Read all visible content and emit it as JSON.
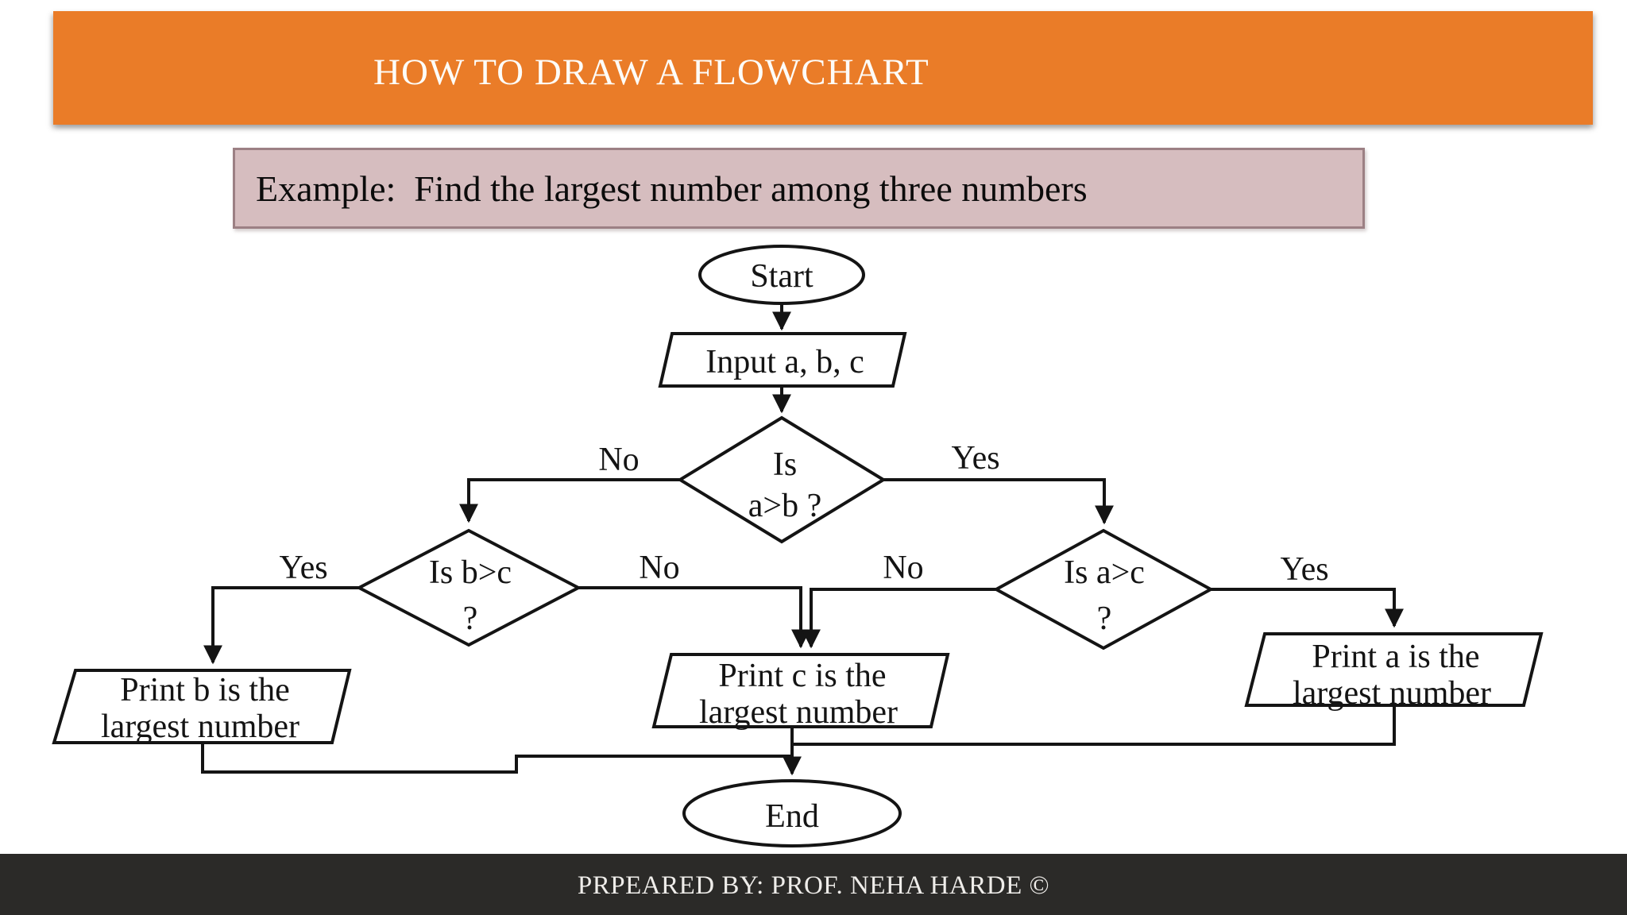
{
  "header": {
    "title": "HOW TO DRAW A FLOWCHART"
  },
  "example": {
    "text": "Example:  Find the largest number among three numbers"
  },
  "flowchart": {
    "nodes": {
      "start": {
        "type": "terminator",
        "label": "Start"
      },
      "input": {
        "type": "input-output",
        "label": "Input a, b, c"
      },
      "is_a_gt_b": {
        "type": "decision",
        "line1": "Is",
        "line2": "a>b ?"
      },
      "is_b_gt_c": {
        "type": "decision",
        "line1": "Is b>c",
        "line2": "?"
      },
      "is_a_gt_c": {
        "type": "decision",
        "line1": "Is a>c",
        "line2": "?"
      },
      "print_b": {
        "type": "input-output",
        "line1": "Print b is the",
        "line2": "largest number"
      },
      "print_c": {
        "type": "input-output",
        "line1": "Print c is the",
        "line2": "largest number"
      },
      "print_a": {
        "type": "input-output",
        "line1": "Print a is the",
        "line2": "largest number"
      },
      "end": {
        "type": "terminator",
        "label": "End"
      }
    },
    "branch_labels": {
      "a_gt_b_no": "No",
      "a_gt_b_yes": "Yes",
      "b_gt_c_yes": "Yes",
      "b_gt_c_no": "No",
      "a_gt_c_no": "No",
      "a_gt_c_yes": "Yes"
    }
  },
  "footer": {
    "text": "PRPEARED BY: PROF. NEHA HARDE ©"
  },
  "colors": {
    "banner_bg": "#EA7C28",
    "banner_text": "#FDFCF8",
    "example_bg": "#D6BDBF",
    "example_border": "#9C8084",
    "flow_stroke": "#141414",
    "shape_fill": "#FFFFFF",
    "footer_bg": "#2B2A28",
    "footer_text": "#EFEDEA",
    "page_bg": "#FFFFFF"
  }
}
